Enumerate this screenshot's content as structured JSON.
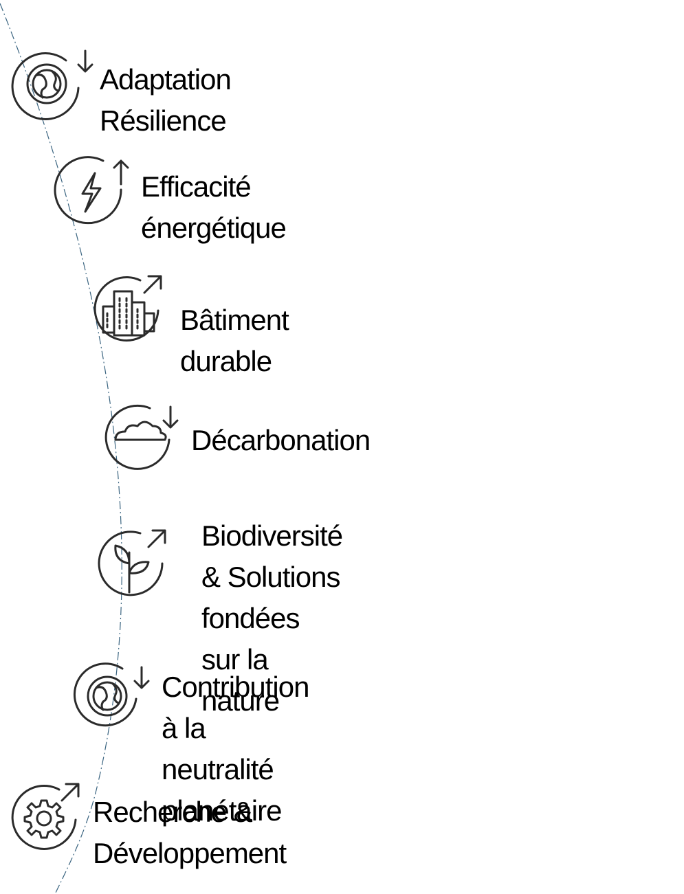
{
  "colors": {
    "icon_stroke": "#2b2b2b",
    "arc_stroke": "#3a6480",
    "text": "#000000"
  },
  "items": [
    {
      "label": "Adaptation Résilience",
      "icon": "globe-down-arrow-icon"
    },
    {
      "label": "Efficacité énergétique",
      "icon": "lightning-up-arrow-icon"
    },
    {
      "label": "Bâtiment durable",
      "icon": "buildings-arrow-icon"
    },
    {
      "label": "Décarbonation",
      "icon": "cloud-down-arrow-icon"
    },
    {
      "label": "Biodiversité & Solutions fondées\nsur la nature",
      "icon": "plant-arrow-icon"
    },
    {
      "label": "Contribution à la neutralité\nplanétaire",
      "icon": "globe-down-arrow-icon"
    },
    {
      "label": "Recherche &\nDéveloppement",
      "icon": "gear-arrow-icon"
    }
  ]
}
